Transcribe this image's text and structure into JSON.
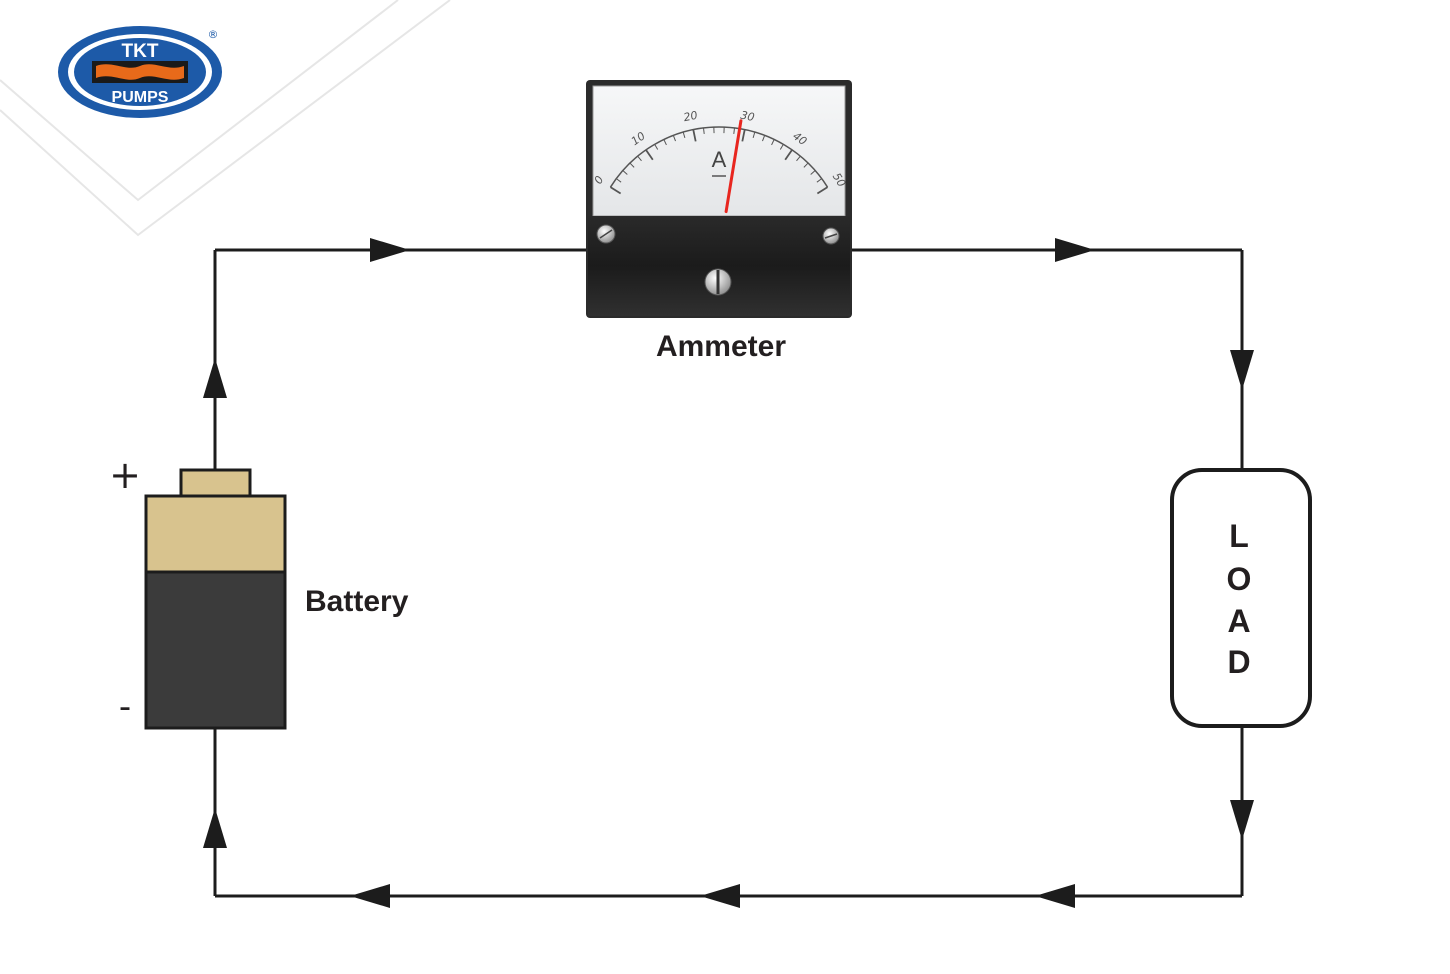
{
  "logo": {
    "top_text": "TKT",
    "bottom_text": "PUMPS",
    "registered": "®",
    "colors": {
      "blue": "#1d5aa8",
      "orange": "#e86a1a",
      "dark": "#1a1a1a"
    }
  },
  "diagram": {
    "ammeter": {
      "label": "Ammeter",
      "unit_symbol": "A",
      "scale_labels": [
        "0",
        "10",
        "20",
        "30",
        "40",
        "50"
      ],
      "scale_values": [
        0,
        10,
        20,
        30,
        40,
        50
      ],
      "needle_value": 29,
      "needle_color": "#e8261f"
    },
    "battery": {
      "label": "Battery",
      "positive_sign": "+",
      "negative_sign": "-",
      "colors": {
        "top": "#d8c38e",
        "body": "#3b3b3b",
        "outline": "#1c1c1c"
      }
    },
    "load": {
      "letters": [
        "L",
        "O",
        "A",
        "D"
      ]
    },
    "wire_color": "#1c1c1c"
  }
}
